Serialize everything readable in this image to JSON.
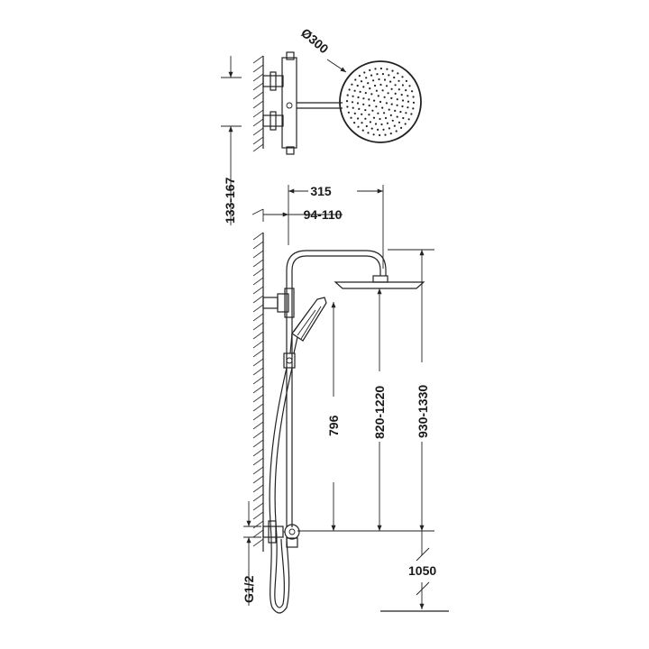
{
  "dimensions": {
    "head_diameter": "Ø300",
    "mount_offset": "133-167",
    "arm_length": "315",
    "arm_offset": "94-110",
    "handshower_height": "796",
    "head_height": "820-1220",
    "total_height": "930-1330",
    "inlet_thread": "G1/2",
    "floor_height": "1050"
  }
}
